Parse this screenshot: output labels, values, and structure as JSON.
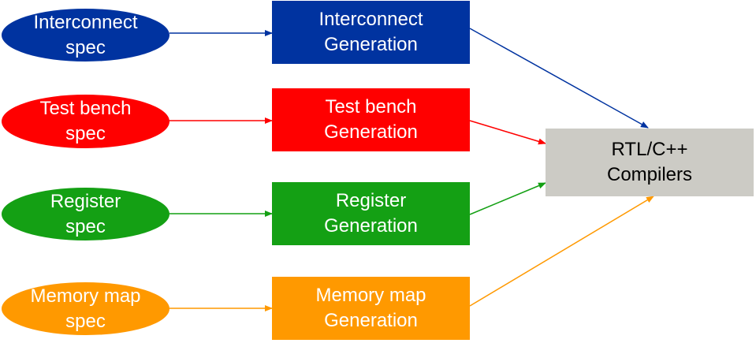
{
  "specs": [
    {
      "line1": "Interconnect",
      "line2": "spec",
      "color": "#0033a0"
    },
    {
      "line1": "Test bench",
      "line2": "spec",
      "color": "#ff0000"
    },
    {
      "line1": "Register",
      "line2": "spec",
      "color": "#14a014"
    },
    {
      "line1": "Memory map",
      "line2": "spec",
      "color": "#ff9900"
    }
  ],
  "generations": [
    {
      "line1": "Interconnect",
      "line2": "Generation",
      "color": "#0033a0"
    },
    {
      "line1": "Test bench",
      "line2": "Generation",
      "color": "#ff0000"
    },
    {
      "line1": "Register",
      "line2": "Generation",
      "color": "#14a014"
    },
    {
      "line1": "Memory map",
      "line2": "Generation",
      "color": "#ff9900"
    }
  ],
  "compiler": {
    "line1": "RTL/C++",
    "line2": "Compilers",
    "color": "#cccbc5"
  }
}
